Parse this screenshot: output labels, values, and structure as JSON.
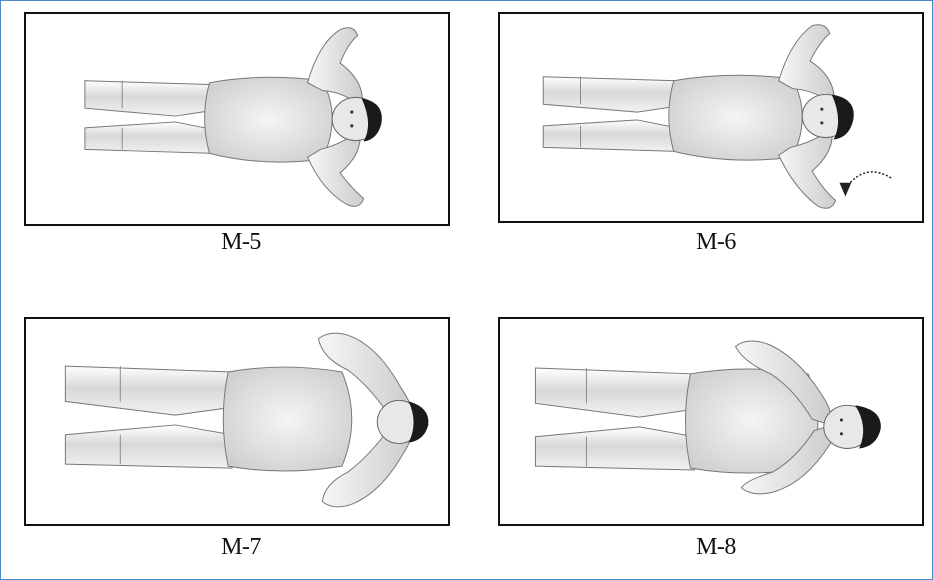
{
  "figures": [
    {
      "id": "m5",
      "caption": "M-5",
      "icon": "lying-body-hands-behind-head-figure"
    },
    {
      "id": "m6",
      "caption": "M-6",
      "icon": "lying-body-hands-behind-head-rotation-figure"
    },
    {
      "id": "m7",
      "caption": "M-7",
      "icon": "lying-body-hands-over-face-figure"
    },
    {
      "id": "m8",
      "caption": "M-8",
      "icon": "lying-body-hands-over-ears-figure"
    }
  ],
  "colors": {
    "frame_border": "#4a86c8",
    "panel_border": "#111111",
    "body_fill": "#e6e6e6",
    "hair": "#1a1a1a"
  }
}
